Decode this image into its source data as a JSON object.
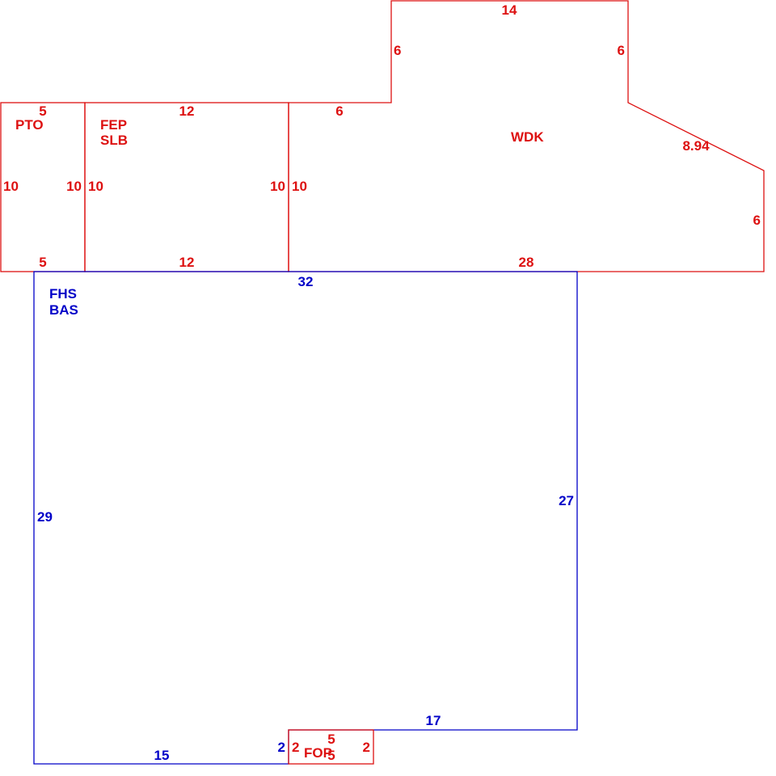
{
  "colors": {
    "annex": "#dd1111",
    "main": "#0000c8"
  },
  "areas": {
    "pto": {
      "code": "PTO",
      "dims": {
        "top": "5",
        "bottom": "5",
        "left": "10",
        "right": "10"
      }
    },
    "slb": {
      "code_1": "FEP",
      "code_2": "SLB",
      "dims": {
        "top": "12",
        "bottom": "12",
        "left": "10",
        "right": "10"
      }
    },
    "wdk": {
      "code": "WDK",
      "dims": {
        "top": "14",
        "upper_left_rise": "6",
        "upper_right_rise": "6",
        "left_step": "6",
        "left": "10",
        "diagonal": "8.94",
        "right": "6",
        "bottom": "28"
      }
    },
    "bas": {
      "code_1": "FHS",
      "code_2": "BAS",
      "dims": {
        "top": "32",
        "left": "29",
        "right": "27",
        "bottom_right": "17",
        "bottom_left": "15",
        "notch": "2"
      }
    },
    "fop": {
      "code": "FOP",
      "dims": {
        "top": "5",
        "left": "2",
        "right": "2",
        "bottom": "5"
      }
    }
  }
}
